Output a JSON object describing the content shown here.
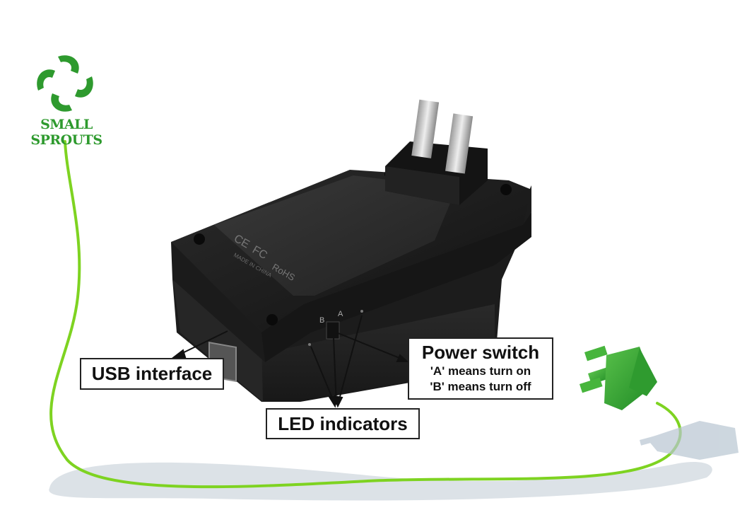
{
  "brand": {
    "name": "SMALL SPROUTS",
    "logo_icon": "sprout-swirl-logo",
    "color": "#2e9a2e"
  },
  "product": {
    "icon": "usb-power-adapter",
    "plate_markings": [
      "CE",
      "FC",
      "RoHS",
      "MADE IN CHINA"
    ],
    "switch_marks": [
      "A",
      "B"
    ]
  },
  "callouts": {
    "usb": "USB interface",
    "led": "LED indicators",
    "power": {
      "title": "Power switch",
      "line_a": "'A' means turn on",
      "line_b": "'B' means turn off"
    }
  },
  "colors": {
    "cable": "#7ed321",
    "plug": "#3aaa35",
    "device": "#1e1e1e",
    "label_border": "#222222"
  }
}
